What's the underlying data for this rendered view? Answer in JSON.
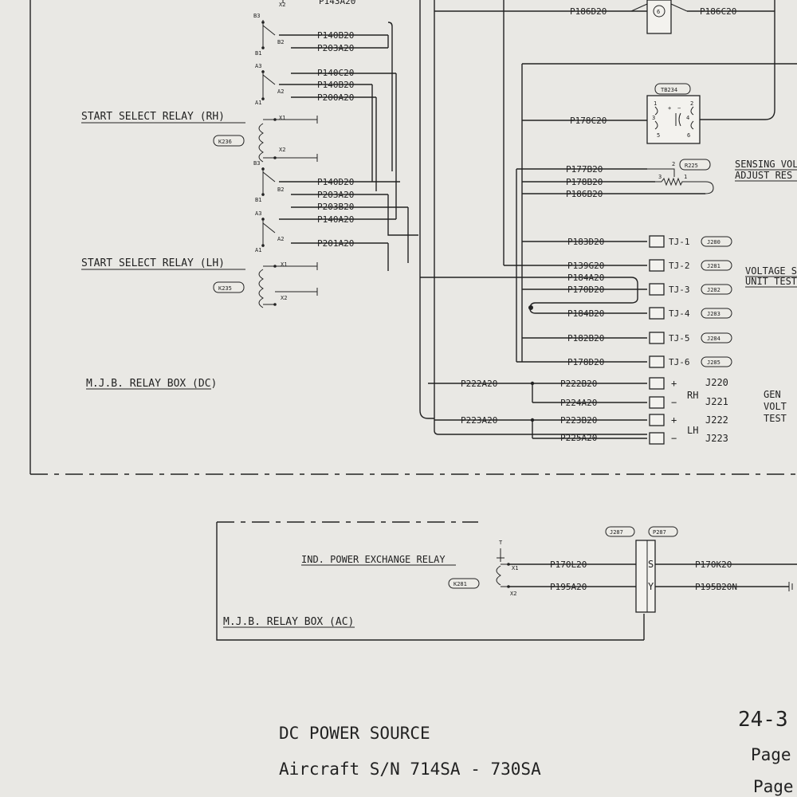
{
  "top": {
    "p143a20": "P143A20",
    "p186d20": "P186D20",
    "p186c20": "P186C20",
    "x2": "X2",
    "six": "6"
  },
  "rh_relay": {
    "title": "START SELECT RELAY (RH)",
    "ref": "K236",
    "pins": [
      "B3",
      "B2",
      "B1",
      "A3",
      "A2",
      "A1",
      "X1",
      "X2"
    ],
    "wires": [
      "P140B20",
      "P203A20",
      "P140C20",
      "P140B20",
      "P200A20"
    ]
  },
  "lh_relay": {
    "title": "START SELECT RELAY (LH)",
    "ref": "K235",
    "pins": [
      "B3",
      "B2",
      "B1",
      "A3",
      "A2",
      "A1",
      "X1",
      "X2"
    ],
    "wires": [
      "P140D20",
      "P203A20",
      "P203B20",
      "P140A20",
      "P201A20"
    ]
  },
  "dc_box": {
    "title": "M.J.B. RELAY BOX (DC)"
  },
  "tb234": {
    "ref": "TB234",
    "wire": "P178C20",
    "pins": [
      "1",
      "2",
      "3",
      "4",
      "5",
      "6"
    ],
    "plus": "+",
    "minus": "−"
  },
  "r225": {
    "ref": "R225",
    "wires": [
      "P177B20",
      "P178B20",
      "P186B20"
    ],
    "pins": [
      "2",
      "3",
      "1"
    ],
    "label_line1": "SENSING VOL",
    "label_line2": "ADJUST RES"
  },
  "test_jacks": {
    "label_line1": "VOLTAGE S",
    "label_line2": "UNIT TEST",
    "rows": [
      {
        "wire": "P183D20",
        "tj": "TJ-1",
        "ref": "J280"
      },
      {
        "wire": "P139G20",
        "tj": "TJ-2",
        "ref": "J281"
      },
      {
        "wire": "P170D20",
        "tj": "TJ-3",
        "ref": "J282"
      },
      {
        "wire": "P184B20",
        "tj": "TJ-4",
        "ref": "J283"
      },
      {
        "wire": "P182B20",
        "tj": "TJ-5",
        "ref": "J284"
      },
      {
        "wire": "P178D20",
        "tj": "TJ-6",
        "ref": "J285"
      }
    ],
    "extra_wire": "P184A20"
  },
  "gen_jacks": {
    "label_line1": "GEN",
    "label_line2": "VOLT",
    "label_line3": "TEST",
    "rh": "RH",
    "lh": "LH",
    "rows": [
      {
        "left": "P222A20",
        "wire": "P222B20",
        "sign": "+",
        "ref": "J220"
      },
      {
        "left": "",
        "wire": "P224A20",
        "sign": "−",
        "ref": "J221"
      },
      {
        "left": "P223A20",
        "wire": "P223B20",
        "sign": "+",
        "ref": "J222"
      },
      {
        "left": "",
        "wire": "P225A20",
        "sign": "−",
        "ref": "J223"
      }
    ]
  },
  "ac_box": {
    "title": "M.J.B. RELAY BOX (AC)",
    "relay_title": "IND. POWER EXCHANGE RELAY",
    "ref": "K281",
    "pins": [
      "T",
      "X1",
      "X2"
    ],
    "wires": [
      "P170L20",
      "P195A20"
    ],
    "conn_left": "J287",
    "conn_right": "P287",
    "conn_pins": [
      "S",
      "Y"
    ],
    "out_wires": [
      "P170K20",
      "P195B20N"
    ]
  },
  "footer": {
    "title": "DC POWER SOURCE",
    "subtitle": "Aircraft S/N 714SA - 730SA",
    "section": "24-3",
    "page1": "Page",
    "page2": "Page"
  }
}
